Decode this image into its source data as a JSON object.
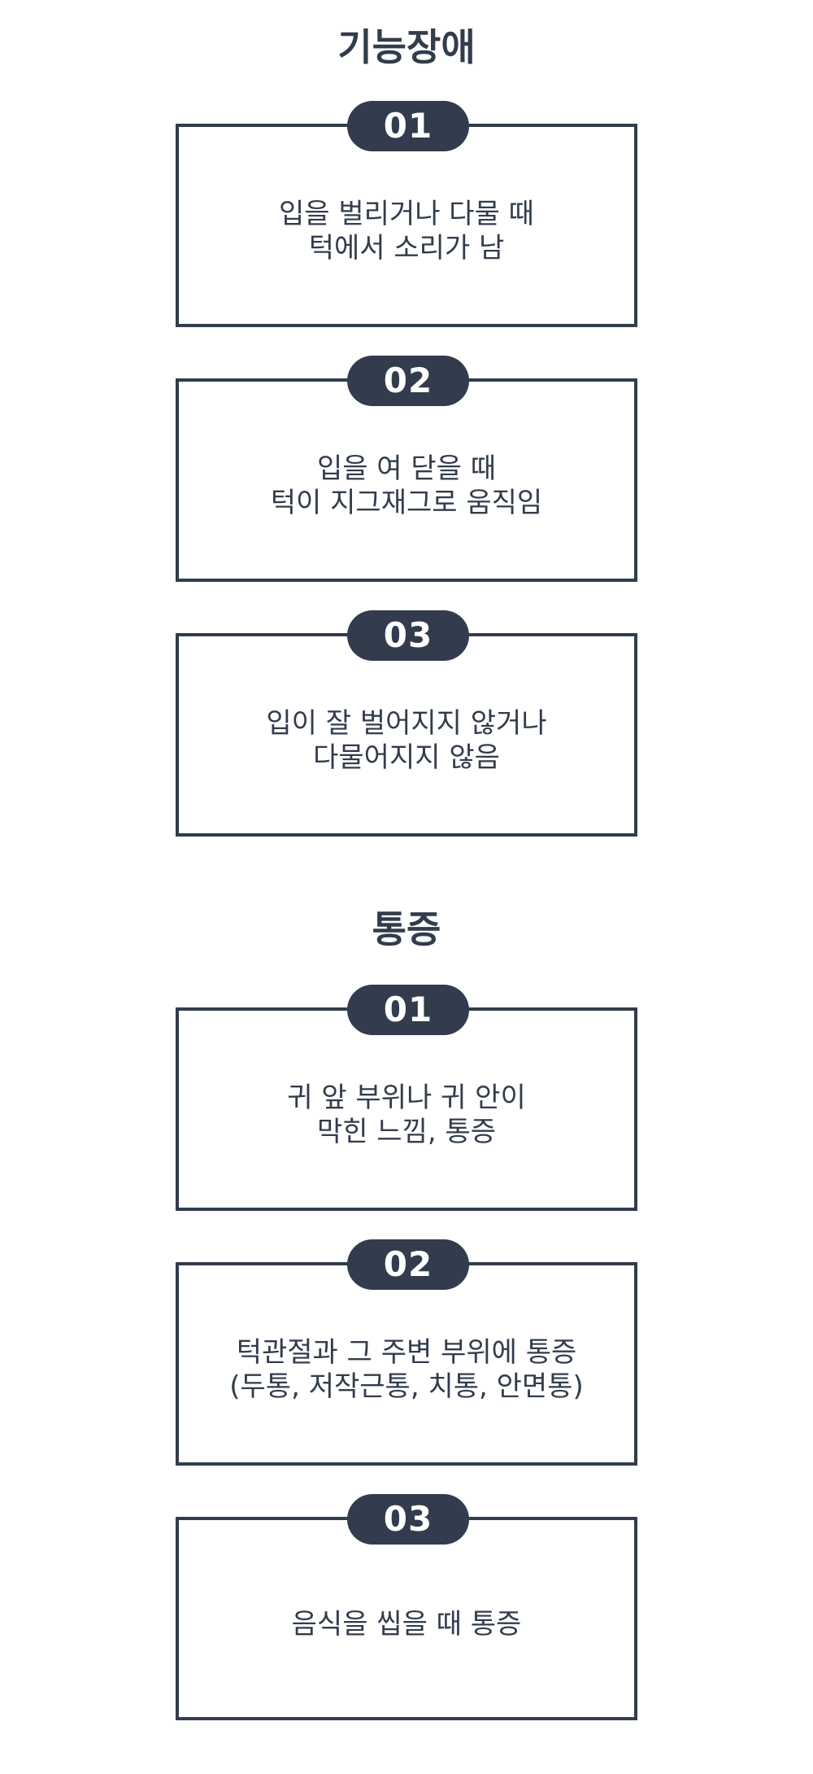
{
  "sections": [
    {
      "title": "기능장애",
      "items": [
        {
          "number": "01",
          "lines": [
            "입을 벌리거나 다물 때",
            "턱에서 소리가 남"
          ]
        },
        {
          "number": "02",
          "lines": [
            "입을 여 닫을 때",
            "턱이 지그재그로 움직임"
          ]
        },
        {
          "number": "03",
          "lines": [
            "입이 잘 벌어지지 않거나",
            "다물어지지 않음"
          ]
        }
      ]
    },
    {
      "title": "통증",
      "items": [
        {
          "number": "01",
          "lines": [
            "귀 앞 부위나 귀 안이",
            "막힌 느낌, 통증"
          ]
        },
        {
          "number": "02",
          "lines": [
            "턱관절과 그 주변 부위에 통증",
            "(두통, 저작근통, 치통, 안면통)"
          ]
        },
        {
          "number": "03",
          "lines": [
            "음식을 씹을 때 통증"
          ]
        }
      ]
    }
  ],
  "colors": {
    "primary": "#323c4c",
    "background": "#ffffff",
    "badge_text": "#ffffff"
  }
}
